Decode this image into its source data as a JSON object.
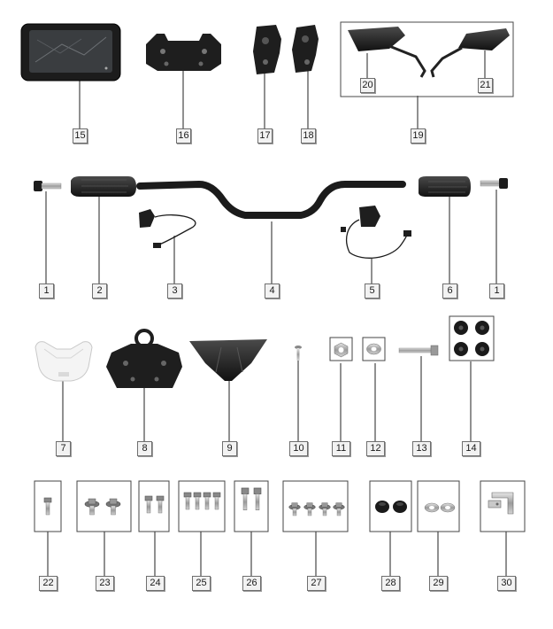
{
  "callouts": [
    "15",
    "16",
    "17",
    "18",
    "19",
    "20",
    "21",
    "1",
    "2",
    "3",
    "4",
    "5",
    "6",
    "1",
    "7",
    "8",
    "9",
    "10",
    "11",
    "12",
    "13",
    "14",
    "22",
    "23",
    "24",
    "25",
    "26",
    "27",
    "28",
    "29",
    "30"
  ],
  "colors": {
    "part": "#1b1b1b",
    "metal": "#a9a9a9",
    "white_part": "#f4f4f4",
    "leader": "#222222",
    "frame": "#4a4a4a"
  },
  "icons": [
    "dashboard-display-icon",
    "handlebar-clamp-icon",
    "switch-housing-icon",
    "mirror-icon",
    "handlebar-icon",
    "grip-icon",
    "bar-end-icon",
    "bolt-icon",
    "washer-icon",
    "nut-icon"
  ]
}
